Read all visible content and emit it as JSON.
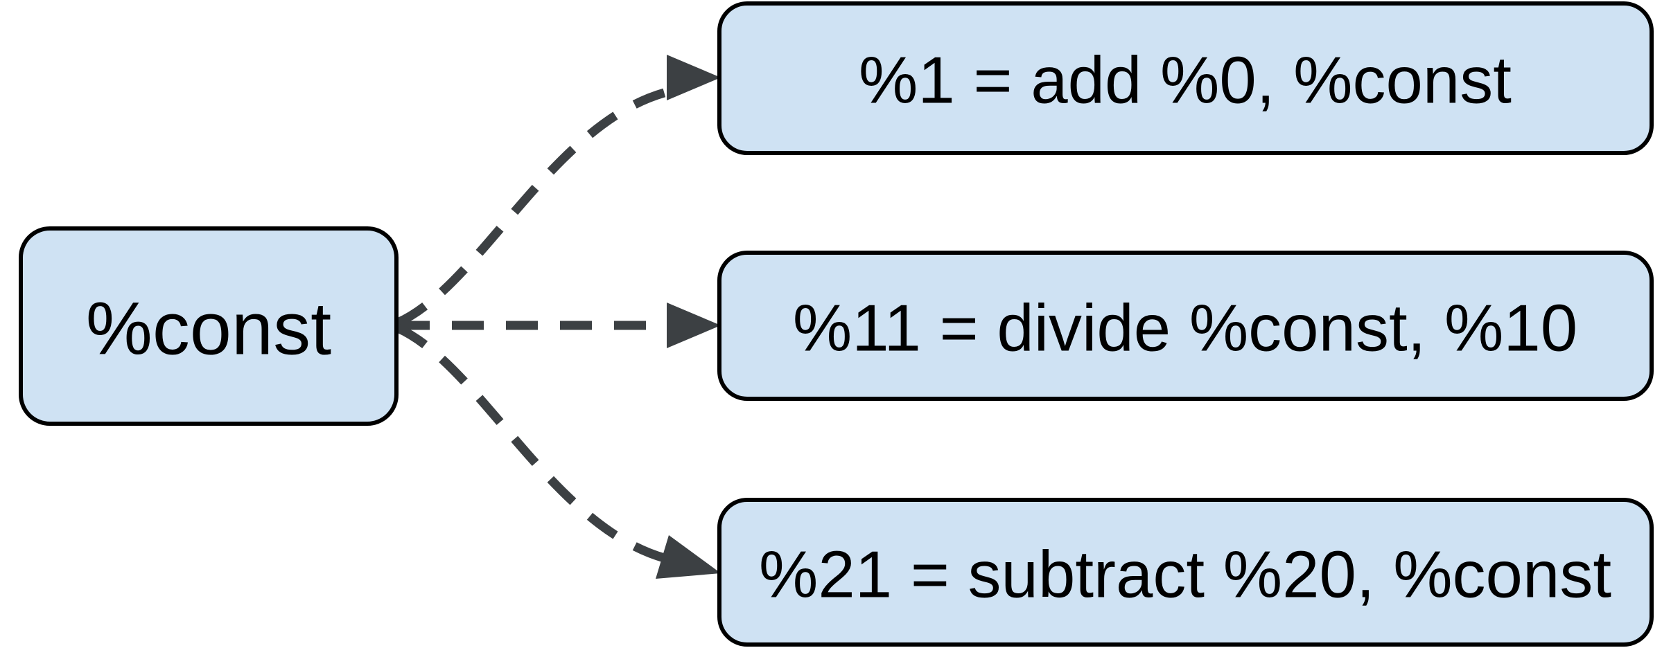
{
  "diagram": {
    "background_color": "#ffffff",
    "node_fill_color": "#cfe2f3",
    "node_border_color": "#000000",
    "edge_color": "#3c4043",
    "text_color": "#000000",
    "nodes": [
      {
        "id": "const",
        "label": "%const"
      },
      {
        "id": "add",
        "label": "%1 = add %0, %const"
      },
      {
        "id": "divide",
        "label": "%11 = divide %const, %10"
      },
      {
        "id": "subtract",
        "label": "%21 = subtract %20, %const"
      }
    ],
    "edges": [
      {
        "from": "const",
        "to": "add",
        "style": "dashed",
        "arrow": "arrowhead-right"
      },
      {
        "from": "const",
        "to": "divide",
        "style": "dashed",
        "arrow": "arrowhead-right"
      },
      {
        "from": "const",
        "to": "subtract",
        "style": "dashed",
        "arrow": "arrowhead-right"
      }
    ]
  }
}
